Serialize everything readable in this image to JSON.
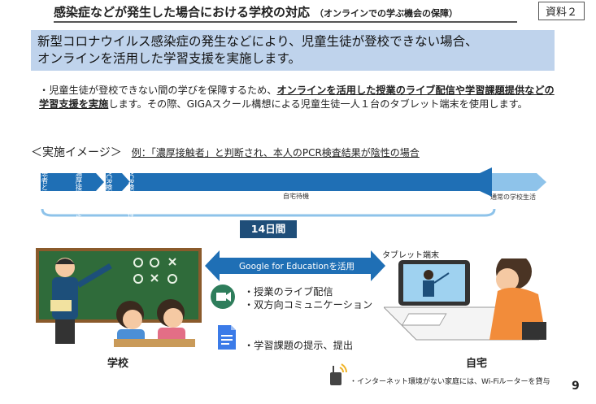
{
  "header": {
    "title": "感染症などが発生した場合における学校の対応",
    "subtitle": "（オンラインでの学ぶ機会の保障）",
    "doc_label": "資料２"
  },
  "banner": {
    "line1": "新型コロナウイルス感染症の発生などにより、児童生徒が登校できない場合、",
    "line2": "オンラインを活用した学習支援を実施します。"
  },
  "bullet": {
    "mark": "・",
    "text_a": "児童生徒が登校できない間の学びを保障するため、",
    "text_bold": "オンラインを活用した授業のライブ配信や学習課題提供などの学習支援を実施",
    "text_b": "します。その際、GIGAスクール構想による児童生徒一人１台のタブレット端末を使用します。"
  },
  "image_section": {
    "heading": "＜実施イメージ＞",
    "example": "例：「濃厚接触者」と判断され、本人のPCR検査結果が陰性の場合"
  },
  "timeline": {
    "steps": [
      "患者と接触",
      "濃厚接触と特定",
      "PCR検査",
      "PCR検査（陰性）"
    ],
    "stay_home": "自宅待機",
    "normal": "通常の学校生活",
    "days": "14日間"
  },
  "middle": {
    "gfe": "Google for Educationを活用",
    "tablet_label": "タブレット端末",
    "feature1": "・授業のライブ配信",
    "feature2": "・双方向コミュニケーション",
    "feature3": "・学習課題の提示、提出"
  },
  "labels": {
    "school": "学校",
    "home": "自宅",
    "router_note": "・インターネット環境がない家庭には、Wi-Fiルーターを貸与",
    "page_number": "9"
  },
  "colors": {
    "banner_bg": "#bfd3ec",
    "arrow_dark": "#1f6fb5",
    "arrow_light": "#8ec3ea",
    "badge": "#1f4e79",
    "board": "#2f6b3a"
  }
}
